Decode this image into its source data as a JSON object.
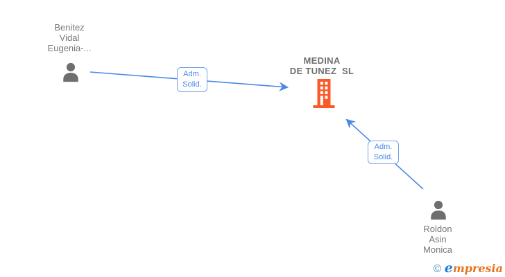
{
  "page": {
    "background": "#ffffff"
  },
  "colors": {
    "page-bg": "#ffffff",
    "edge-blue": "#4a87e8",
    "box-border-blue": "#74a3ee",
    "box-text-blue": "#4a87e8",
    "building-orange": "#fa5a28",
    "person-gray": "#6e6e6e",
    "label-gray": "#777777",
    "company-gray": "#6f6f6f",
    "logo-teal": "#4a8fa8",
    "logo-blue": "#1c7fd6",
    "logo-orange": "#e6731f"
  },
  "nodes": {
    "person1": {
      "type": "person",
      "lines": [
        "Benitez",
        "Vidal",
        "Eugenia-..."
      ]
    },
    "company": {
      "type": "company",
      "lines": [
        "MEDINA",
        "DE TUNEZ  SL"
      ]
    },
    "person2": {
      "type": "person",
      "lines": [
        "Roldon",
        "Asin",
        "Monica"
      ]
    }
  },
  "edges": {
    "edge1": {
      "from": "person1",
      "to": "company",
      "label_lines": [
        "Adm.",
        "Solid."
      ]
    },
    "edge2": {
      "from": "person2",
      "to": "company",
      "label_lines": [
        "Adm.",
        "Solid."
      ]
    }
  },
  "watermark": {
    "copyright": "©",
    "brand_first": "e",
    "brand_rest": "mpresia"
  }
}
